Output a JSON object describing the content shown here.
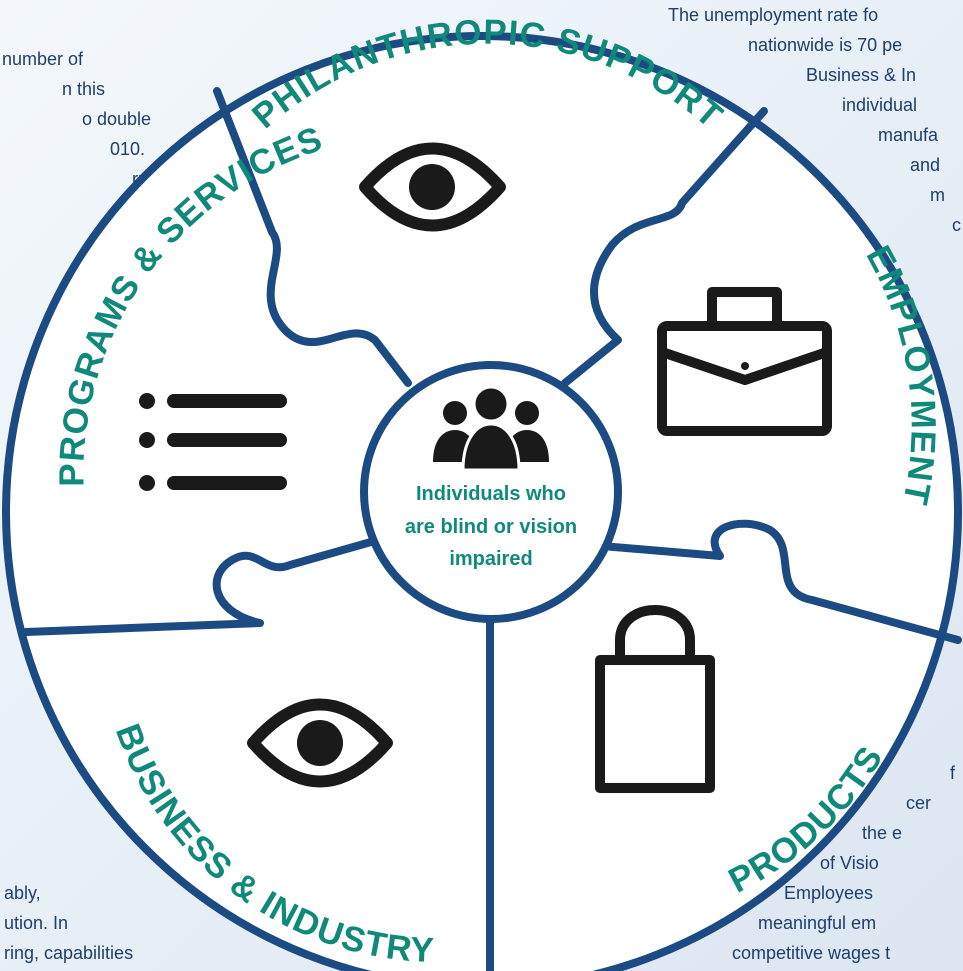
{
  "background_text": {
    "left_top": [
      "number of",
      "n this",
      "o double",
      "010.",
      "rps’"
    ],
    "right_top": [
      "The unemployment rate fo",
      "nationwide is 70 pe",
      "Business & In",
      "individual",
      "manufa",
      "and",
      "m",
      "c"
    ],
    "left_bottom": [
      "ably,",
      "ution. In",
      "ring, capabilities"
    ],
    "right_bottom": [
      "f",
      "cer",
      "the e",
      "of Visio",
      "Employees",
      "meaningful em",
      "competitive wages t"
    ]
  },
  "segments": [
    {
      "id": "philanthropic",
      "label": "PHILANTHROPIC SUPPORT",
      "icon": "eye-icon"
    },
    {
      "id": "employment",
      "label": "EMPLOYMENT",
      "icon": "briefcase-icon"
    },
    {
      "id": "products",
      "label": "PRODUCTS",
      "icon": "shopping-bag-icon"
    },
    {
      "id": "business",
      "label": "BUSINESS & INDUSTRY",
      "icon": "eye-icon"
    },
    {
      "id": "programs",
      "label": "PROGRAMS & SERVICES",
      "icon": "list-icon"
    }
  ],
  "center": {
    "icon": "people-group-icon",
    "lines": [
      "Individuals who",
      "are blind or vision",
      "impaired"
    ]
  },
  "colors": {
    "outline": "#1c4a82",
    "accent": "#0f8a7a",
    "icon": "#1a1a1a",
    "fill": "#ffffff",
    "background": "#e6eef6"
  }
}
